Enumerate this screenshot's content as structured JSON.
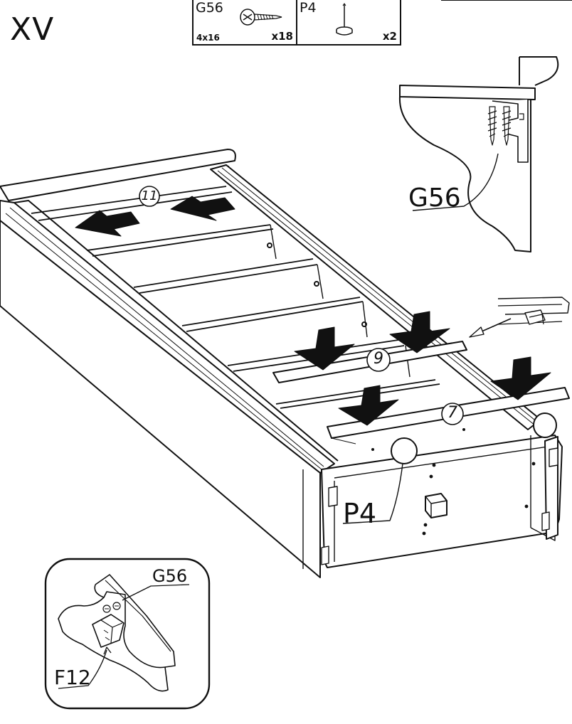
{
  "step": {
    "label": "XV"
  },
  "parts": [
    {
      "code": "G56",
      "size": "4x16",
      "qty": "x18",
      "icon": "screw-icon"
    },
    {
      "code": "P4",
      "size": "",
      "qty": "x2",
      "icon": "nail-glide-icon"
    }
  ],
  "callouts": {
    "rail_11": "11",
    "rail_9": "9",
    "rail_7": "7",
    "glide_label": "P4",
    "detail_screw_label": "G56",
    "inset_screw_label": "G56",
    "inset_bracket_label": "F12"
  },
  "colors": {
    "line": "#111111",
    "arrow": "#111111",
    "background": "#ffffff"
  }
}
